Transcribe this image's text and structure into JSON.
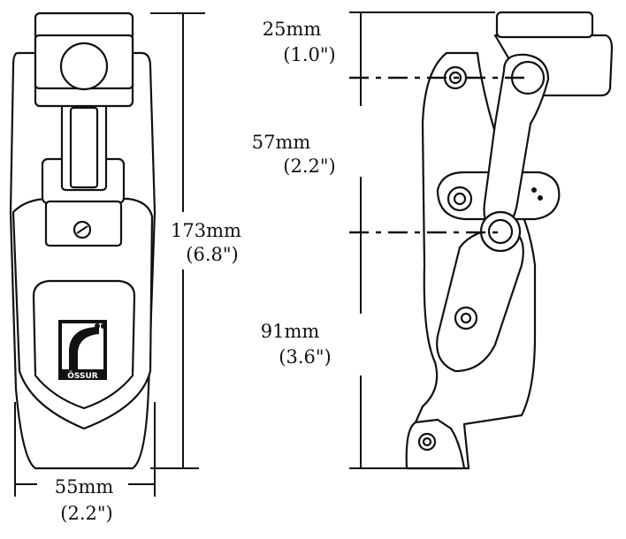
{
  "front_view": {
    "height_dimension": {
      "metric": "173mm",
      "imperial": "(6.8\")"
    },
    "width_dimension": {
      "metric": "55mm",
      "imperial": "(2.2\")"
    },
    "logo_text": "ÖSSUR"
  },
  "side_view": {
    "dimensions": [
      {
        "metric": "25mm",
        "imperial": "(1.0\")"
      },
      {
        "metric": "57mm",
        "imperial": "(2.2\")"
      },
      {
        "metric": "91mm",
        "imperial": "(3.6\")"
      }
    ]
  }
}
